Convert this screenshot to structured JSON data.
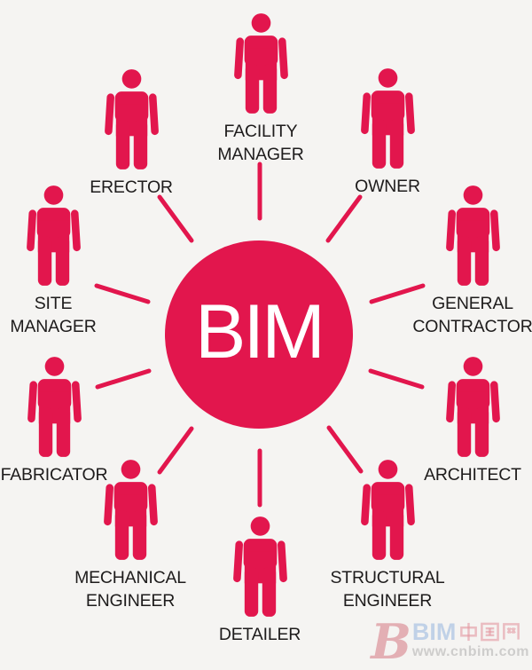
{
  "diagram": {
    "center_label": "BIM",
    "roles": [
      {
        "id": "facility-manager",
        "icon": "person-icon",
        "label_lines": [
          "FACILITY",
          "MANAGER"
        ]
      },
      {
        "id": "owner",
        "icon": "person-icon",
        "label_lines": [
          "OWNER"
        ]
      },
      {
        "id": "general-contractor",
        "icon": "person-icon",
        "label_lines": [
          "GENERAL",
          "CONTRACTOR"
        ]
      },
      {
        "id": "architect",
        "icon": "person-icon",
        "label_lines": [
          "ARCHITECT"
        ]
      },
      {
        "id": "structural-engineer",
        "icon": "person-icon",
        "label_lines": [
          "STRUCTURAL",
          "ENGINEER"
        ]
      },
      {
        "id": "detailer",
        "icon": "person-icon",
        "label_lines": [
          "DETAILER"
        ]
      },
      {
        "id": "mechanical-engineer",
        "icon": "person-icon",
        "label_lines": [
          "MECHANICAL",
          "ENGINEER"
        ]
      },
      {
        "id": "fabricator",
        "icon": "person-icon",
        "label_lines": [
          "FABRICATOR"
        ]
      },
      {
        "id": "site-manager",
        "icon": "person-icon",
        "label_lines": [
          "SITE",
          "MANAGER"
        ]
      },
      {
        "id": "erector",
        "icon": "person-icon",
        "label_lines": [
          "ERECTOR"
        ]
      }
    ],
    "colors": {
      "accent_red": "#e2164d",
      "background": "#f5f4f2",
      "label_text": "#1e1c1c",
      "center_text": "#ffffff"
    }
  },
  "watermark": {
    "logo_letter": "B",
    "site_name_latin": "BIM",
    "site_name_cn": "中国网",
    "site_url": "www.cnbim.com",
    "colors": {
      "logo_letter": "#c94d5c",
      "latin": "#97b5dd",
      "cn": "#de7885",
      "url": "#969696"
    }
  }
}
